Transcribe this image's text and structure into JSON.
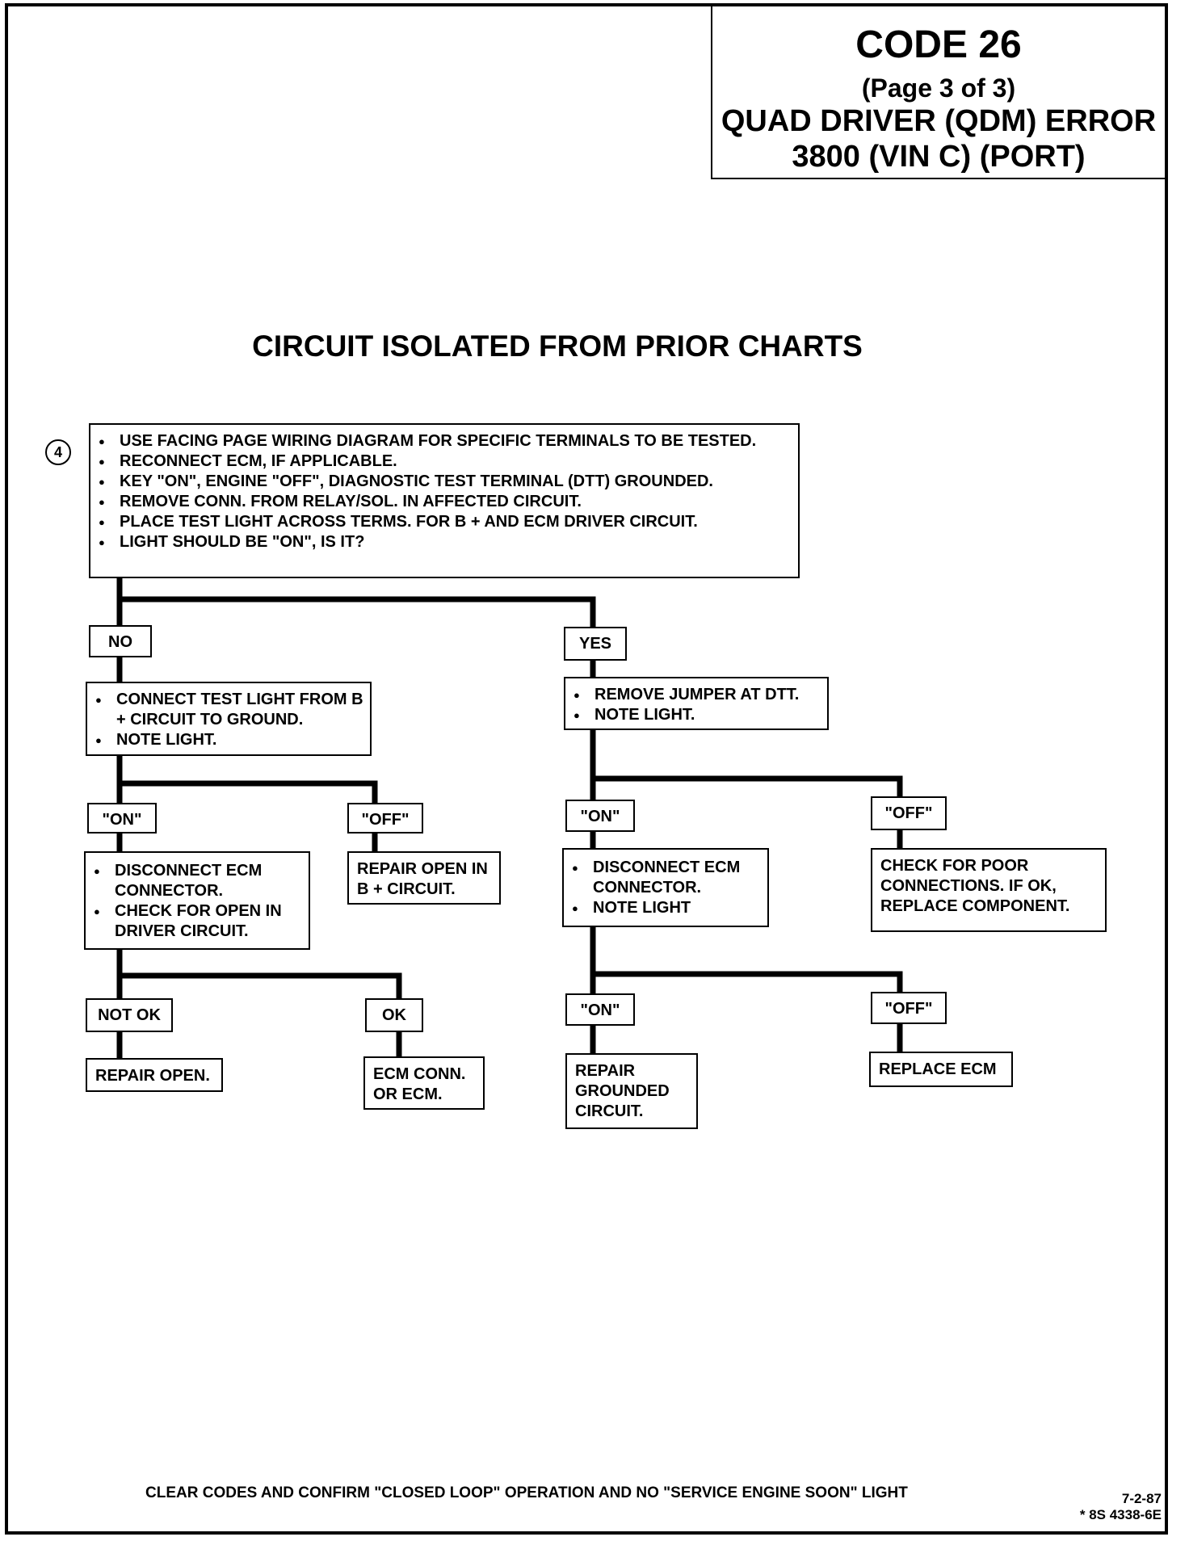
{
  "header": {
    "code": "CODE 26",
    "page": "(Page 3 of 3)",
    "title_line1": "QUAD DRIVER (QDM) ERROR",
    "title_line2": "3800 (VIN C) (PORT)"
  },
  "heading": "CIRCUIT ISOLATED FROM PRIOR CHARTS",
  "step_number": "4",
  "top_box": {
    "items": [
      "USE FACING PAGE WIRING DIAGRAM FOR SPECIFIC TERMINALS TO BE TESTED.",
      "RECONNECT ECM, IF APPLICABLE.",
      "KEY \"ON\", ENGINE \"OFF\", DIAGNOSTIC TEST TERMINAL (DTT) GROUNDED.",
      "REMOVE CONN. FROM RELAY/SOL. IN AFFECTED CIRCUIT.",
      "PLACE TEST LIGHT ACROSS TERMS. FOR B + AND ECM DRIVER CIRCUIT.",
      "LIGHT SHOULD BE \"ON\", IS IT?"
    ]
  },
  "labels": {
    "no": "NO",
    "yes": "YES",
    "left_on": "\"ON\"",
    "left_off": "\"OFF\"",
    "right_on": "\"ON\"",
    "right_off": "\"OFF\"",
    "not_ok": "NOT OK",
    "ok": "OK",
    "right_on2": "\"ON\"",
    "right_off2": "\"OFF\""
  },
  "boxes": {
    "no_action": [
      "CONNECT TEST LIGHT FROM B + CIRCUIT TO GROUND.",
      "NOTE LIGHT."
    ],
    "yes_action": [
      "REMOVE JUMPER AT DTT.",
      "NOTE LIGHT."
    ],
    "left_on_action": [
      "DISCONNECT ECM CONNECTOR.",
      "CHECK FOR OPEN IN DRIVER CIRCUIT."
    ],
    "left_off_action": "REPAIR OPEN IN B + CIRCUIT.",
    "right_on_action": [
      "DISCONNECT ECM CONNECTOR.",
      "NOTE LIGHT"
    ],
    "right_off_action": "CHECK FOR POOR CONNECTIONS. IF OK, REPLACE COMPONENT.",
    "not_ok_action": "REPAIR OPEN.",
    "ok_action": "ECM CONN. OR ECM.",
    "right_on2_action": "REPAIR GROUNDED CIRCUIT.",
    "right_off2_action": "REPLACE ECM"
  },
  "footer": "CLEAR CODES AND CONFIRM \"CLOSED LOOP\" OPERATION AND NO \"SERVICE ENGINE SOON\" LIGHT",
  "date": "7-2-87",
  "doc_number": "* 8S 4338-6E"
}
